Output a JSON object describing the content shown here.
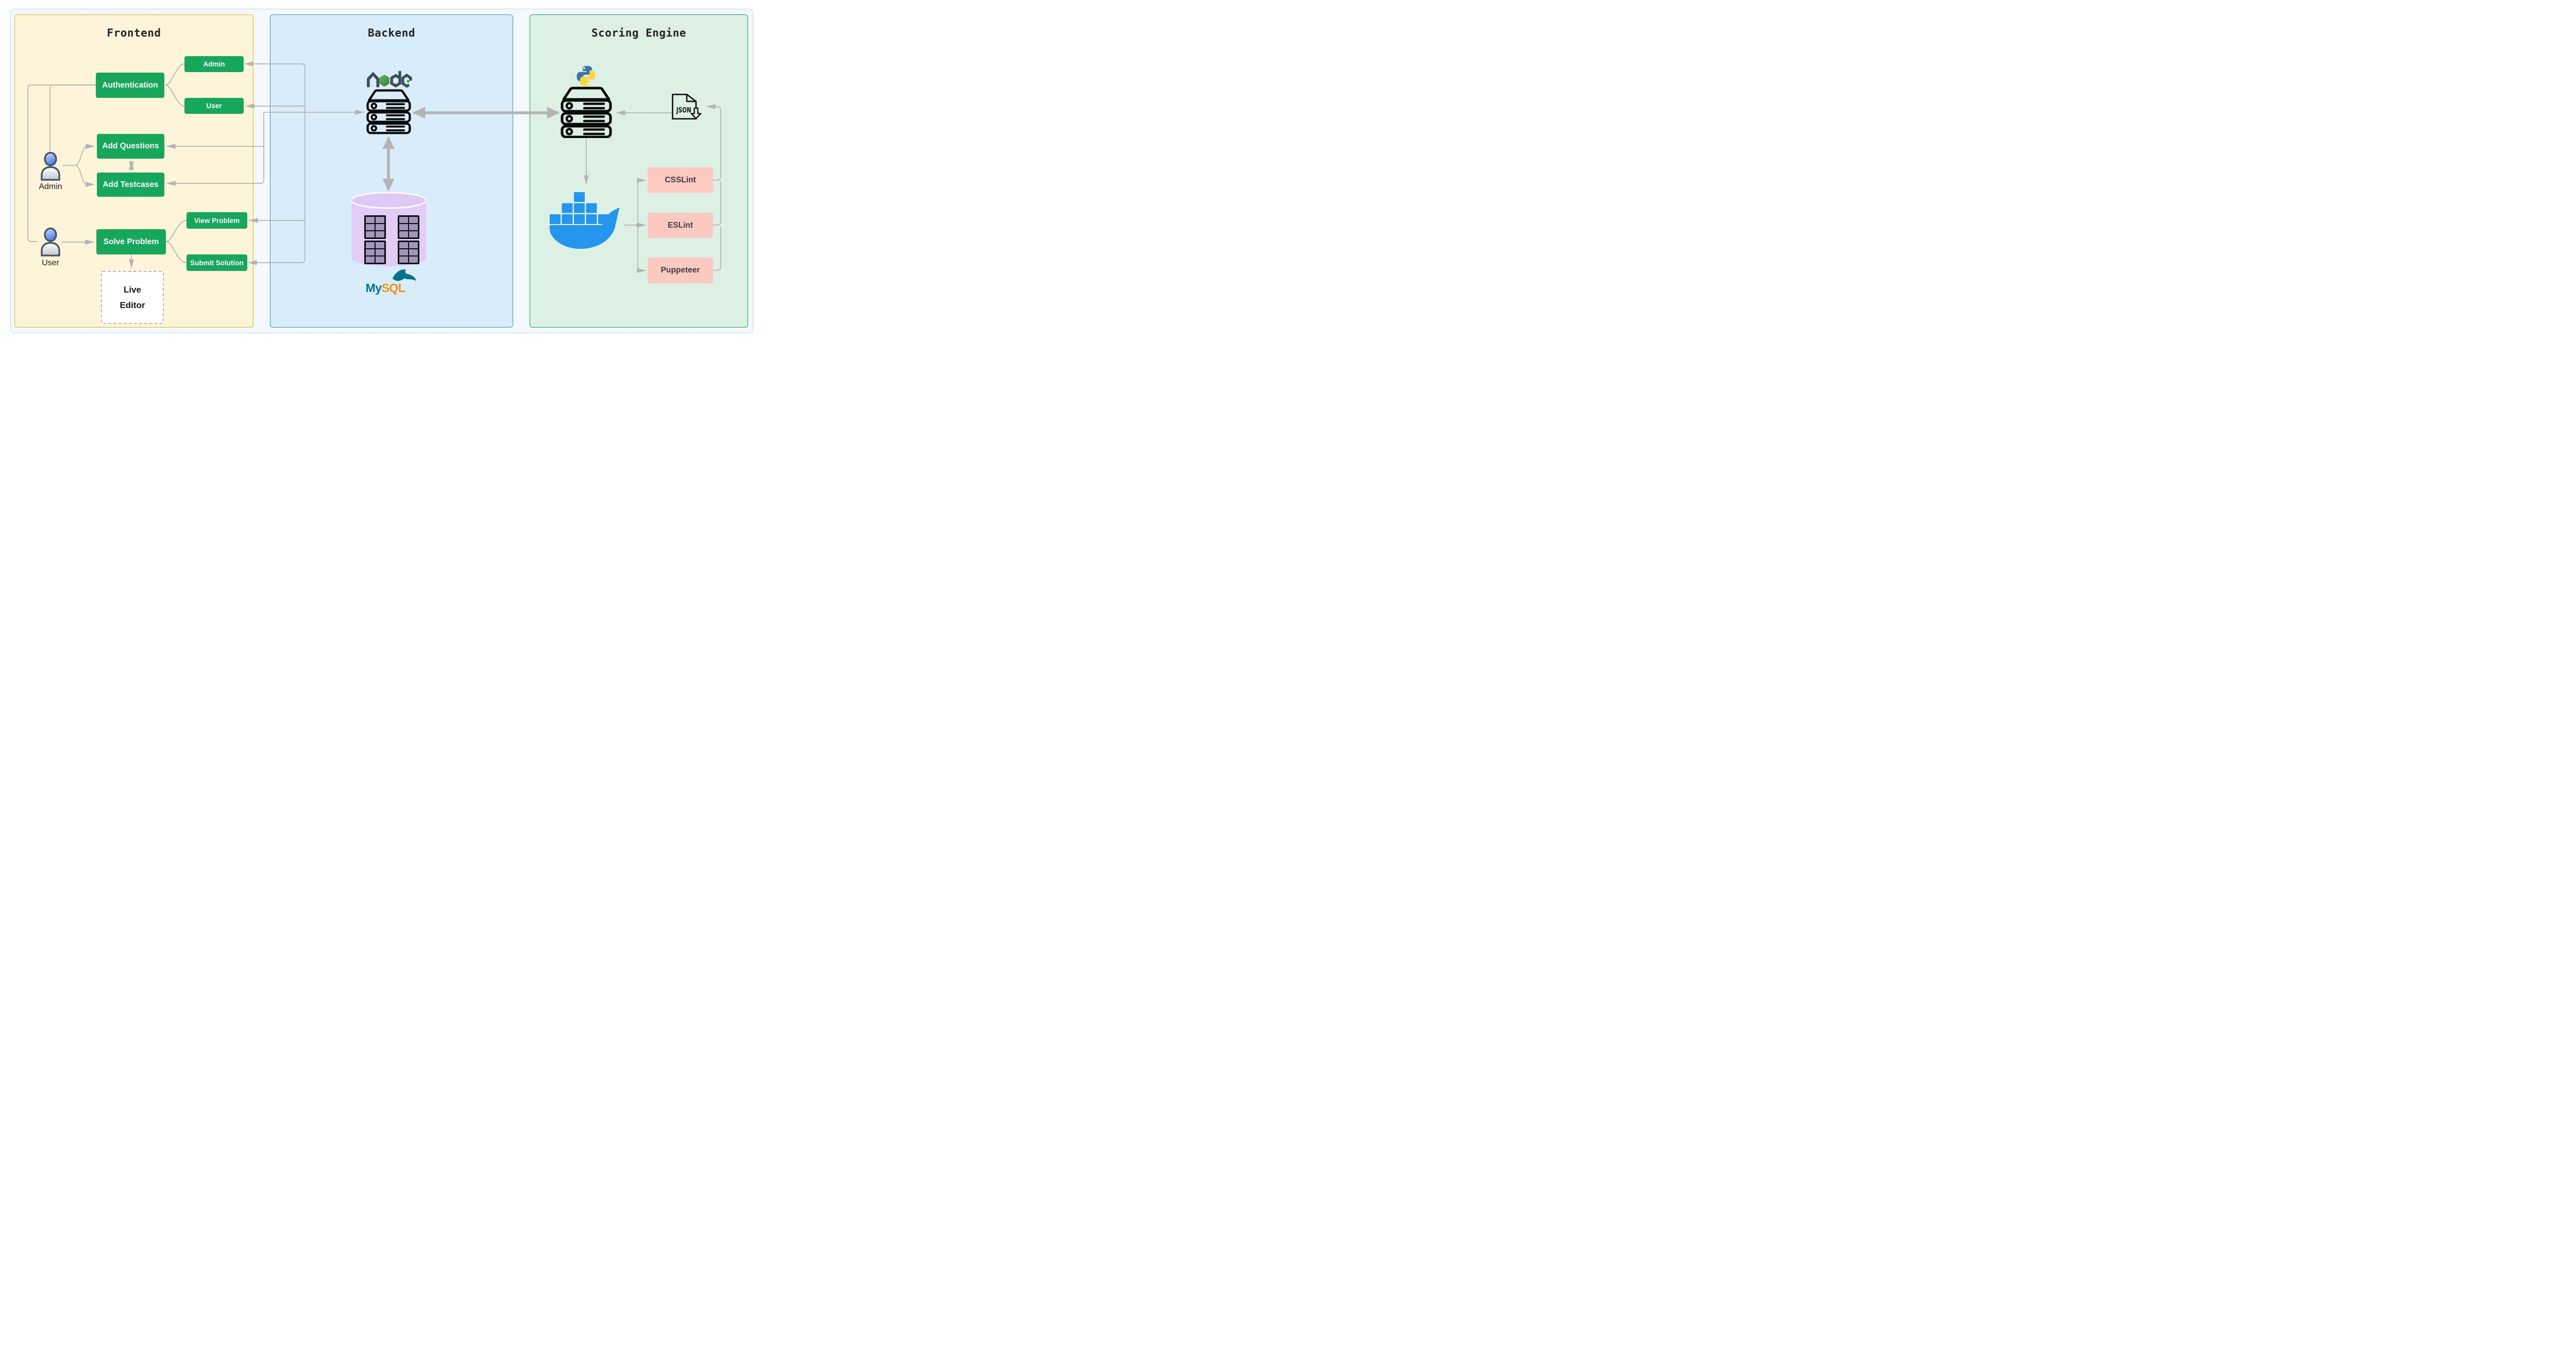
{
  "app": {
    "type": "architecture-diagram"
  },
  "panels": {
    "frontend": {
      "title": "Frontend"
    },
    "backend": {
      "title": "Backend"
    },
    "scoring": {
      "title": "Scoring Engine"
    }
  },
  "frontend": {
    "authentication": "Authentication",
    "admin_role": "Admin",
    "user_role": "User",
    "add_questions": "Add Questions",
    "add_testcases": "Add Testcases",
    "solve_problem": "Solve Problem",
    "view_problem": "View Problem",
    "submit_solution": "Submit Solution",
    "admin_actor": "Admin",
    "user_actor": "User",
    "live_editor": {
      "line1": "Live",
      "line2": "Editor"
    }
  },
  "backend": {
    "node_logo": "node",
    "mysql": {
      "my": "My",
      "sql": "SQL"
    }
  },
  "scoring": {
    "json_file": "JSON",
    "linters": [
      "CSSLint",
      "ESLint",
      "Puppeteer"
    ]
  },
  "colors": {
    "accent_green": "#16a75c",
    "pink_box_bg": "#fcc9c1",
    "panel_frontend_bg": "#fdf4da",
    "panel_frontend_border": "#f2b705",
    "panel_backend_bg": "#d8ecfa",
    "panel_backend_border": "#2196f3",
    "panel_scoring_bg": "#dcf1e3",
    "panel_scoring_border": "#0fa958",
    "outer_bg": "#f3f9fe",
    "outer_border": "#bcdcf5",
    "connector_gray": "#b3b3b3",
    "docker_blue": "#2496ed",
    "node_slate": "#3e4f59",
    "node_green": "#43a047",
    "python_blue": "#3776ab",
    "python_yellow": "#ffd43b",
    "mysql_teal": "#00758f",
    "mysql_orange": "#f29111",
    "mysql_cylinder": "#e3cdf6",
    "mysql_cell": "#a294bd",
    "person_blue": "#5b8df0",
    "person_outline": "#45525f",
    "icon_black": "#111111"
  }
}
